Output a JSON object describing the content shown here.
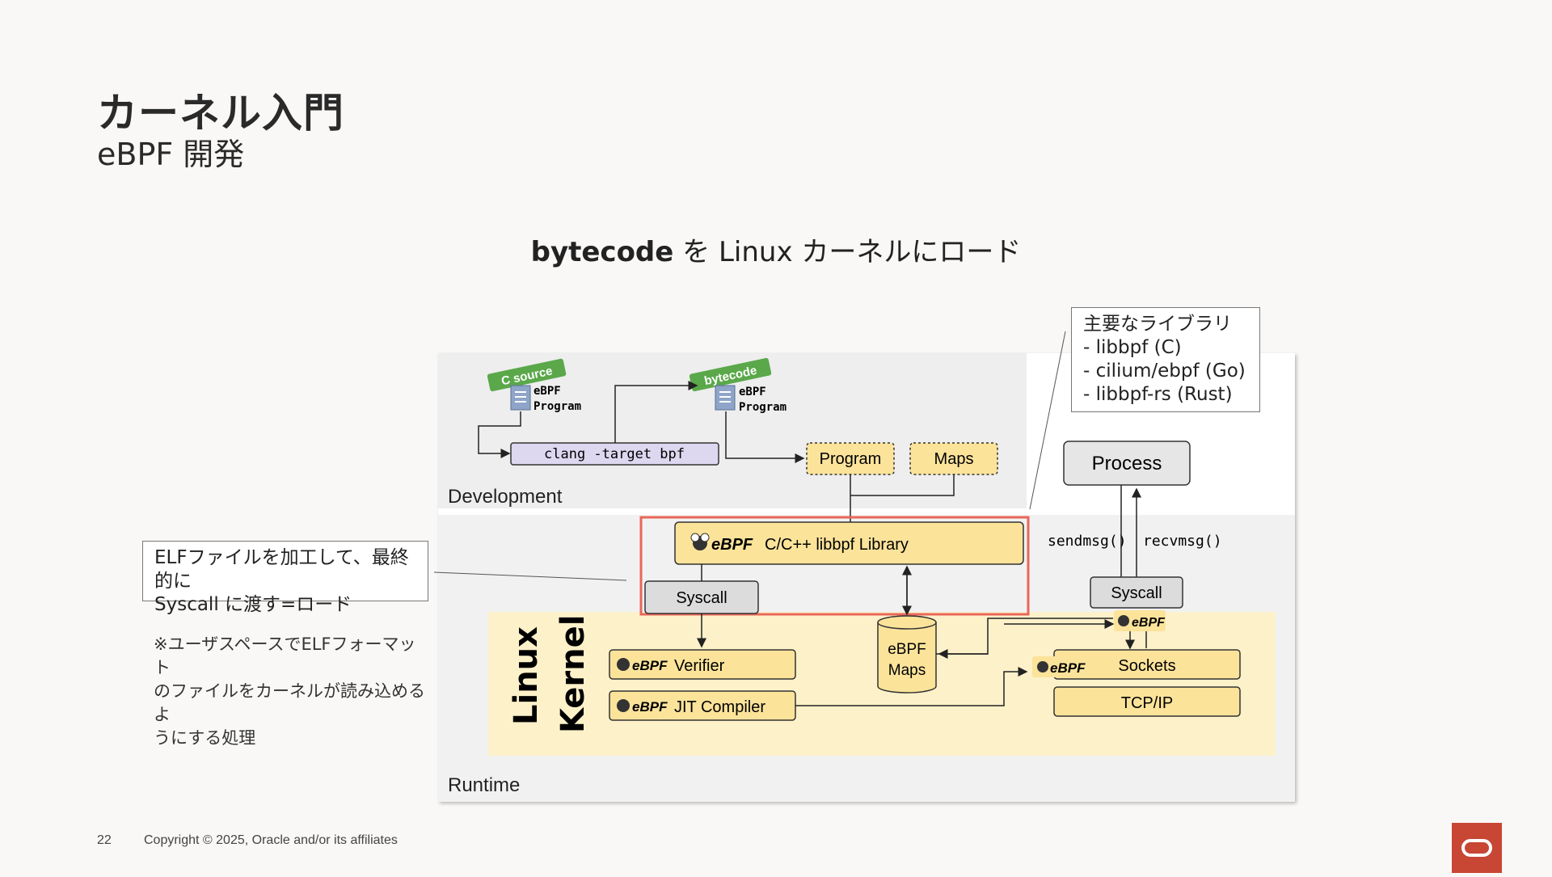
{
  "slide": {
    "title": "カーネル入門",
    "subtitle": "eBPF 開発",
    "heading_bold": "bytecode",
    "heading_rest": " を Linux カーネルにロード"
  },
  "callouts": {
    "libraries": [
      "主要なライブラリ",
      "- libbpf (C)",
      "- cilium/ebpf (Go)",
      "- libbpf-rs (Rust)"
    ],
    "elf": [
      "ELFファイルを加工して、最終的に",
      "Syscall に渡す=ロード"
    ],
    "note": [
      "※ユーザスペースでELFフォーマット",
      "のファイルをカーネルが読み込めるよ",
      "うにする処理"
    ]
  },
  "diagram": {
    "development_label": "Development",
    "runtime_label": "Runtime",
    "c_source_tag": "C source",
    "bytecode_tag": "bytecode",
    "ebpf_program_line1": "eBPF",
    "ebpf_program_line2": "Program",
    "clang": "clang -target bpf",
    "program": "Program",
    "maps": "Maps",
    "library_logo": "eBPF",
    "library": "C/C++ libbpf Library",
    "syscall": "Syscall",
    "linux": "Linux",
    "kernel": "Kernel",
    "verifier_logo": "eBPF",
    "verifier": "Verifier",
    "jit_logo": "eBPF",
    "jit": "JIT Compiler",
    "ebpf_maps_line1": "eBPF",
    "ebpf_maps_line2": "Maps",
    "process": "Process",
    "sendmsg": "sendmsg()",
    "recvmsg": "recvmsg()",
    "syscall_right": "Syscall",
    "ebpf_small": "eBPF",
    "sockets_logo": "eBPF",
    "sockets": "Sockets",
    "tcpip": "TCP/IP"
  },
  "colors": {
    "accent_red": "#c74634",
    "highlight_box": "#e8675a",
    "library_fill": "#fbe39a",
    "kernel_fill": "#fdf1c9",
    "tag_green": "#5aa84a",
    "clang_fill": "#ddd7f0",
    "syscall_fill": "#dcdcdc"
  },
  "footer": {
    "page_number": "22",
    "copyright": "Copyright © 2025, Oracle and/or its affiliates"
  }
}
